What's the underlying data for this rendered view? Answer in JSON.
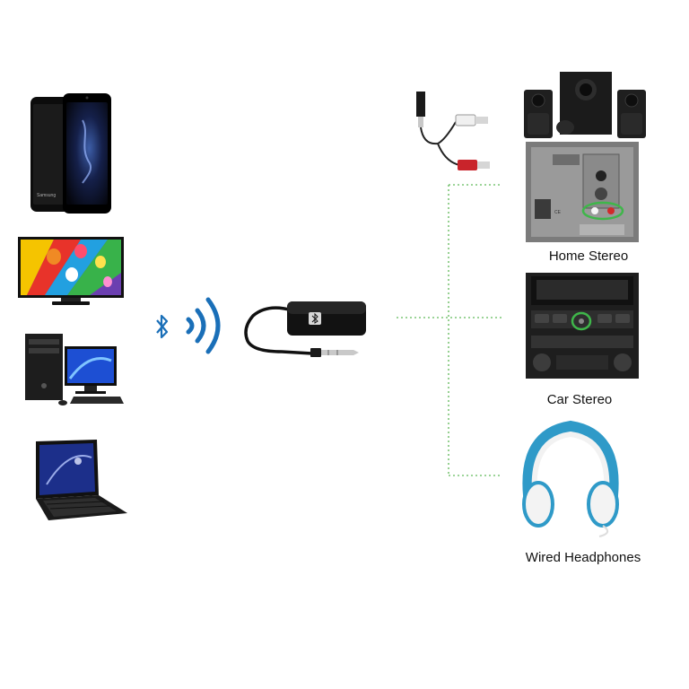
{
  "sources": [
    {
      "id": "smartphone",
      "icon": "smartphone-icon"
    },
    {
      "id": "tv",
      "icon": "tv-icon"
    },
    {
      "id": "desktop",
      "icon": "desktop-computer-icon"
    },
    {
      "id": "laptop",
      "icon": "laptop-icon"
    }
  ],
  "link": {
    "icon": "bluetooth-icon",
    "signal_icon": "wireless-signal-icon",
    "device_icon": "bluetooth-receiver-icon"
  },
  "outputs": [
    {
      "id": "home-stereo",
      "label": "Home Stereo"
    },
    {
      "id": "car-stereo",
      "label": "Car Stereo"
    },
    {
      "id": "wired-headphones",
      "label": "Wired Headphones"
    }
  ],
  "colors": {
    "bluetooth": "#1a6fb8",
    "connector": "#7cc576",
    "highlight": "#3fb64a",
    "device": "#111111"
  }
}
